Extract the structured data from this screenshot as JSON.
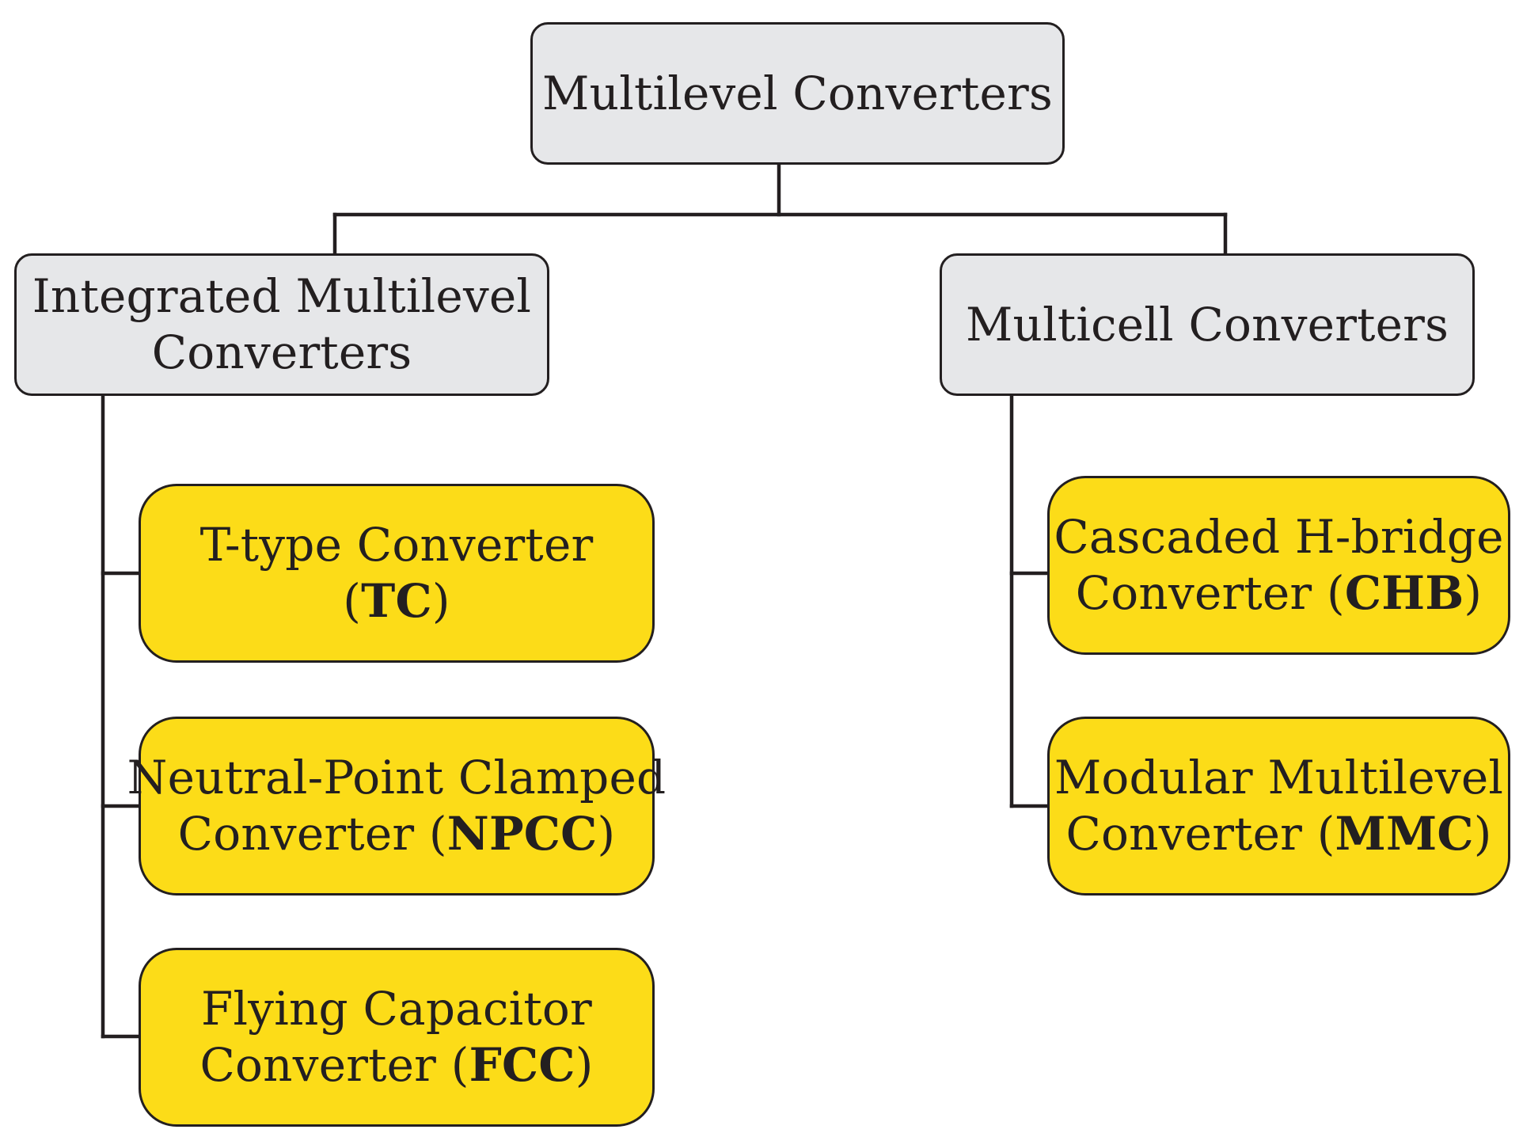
{
  "diagram": {
    "root": {
      "label": "Multilevel Converters"
    },
    "categories": [
      {
        "line1": "Integrated Multilevel",
        "line2": "Converters",
        "children": [
          {
            "line1": "T-type Converter",
            "prefix": "(",
            "abbr": "TC",
            "suffix": ")"
          },
          {
            "line1": "Neutral-Point Clamped",
            "prefix": "Converter (",
            "abbr": "NPCC",
            "suffix": ")"
          },
          {
            "line1": "Flying Capacitor",
            "prefix": "Converter (",
            "abbr": "FCC",
            "suffix": ")"
          }
        ]
      },
      {
        "line1": "Multicell Converters",
        "children": [
          {
            "line1": "Cascaded H-bridge",
            "prefix": "Converter (",
            "abbr": "CHB",
            "suffix": ")"
          },
          {
            "line1": "Modular Multilevel",
            "prefix": "Converter (",
            "abbr": "MMC",
            "suffix": ")"
          }
        ]
      }
    ],
    "colors": {
      "category_fill": "#e6e7e9",
      "leaf_fill": "#fcdc18",
      "stroke": "#231f20"
    }
  }
}
